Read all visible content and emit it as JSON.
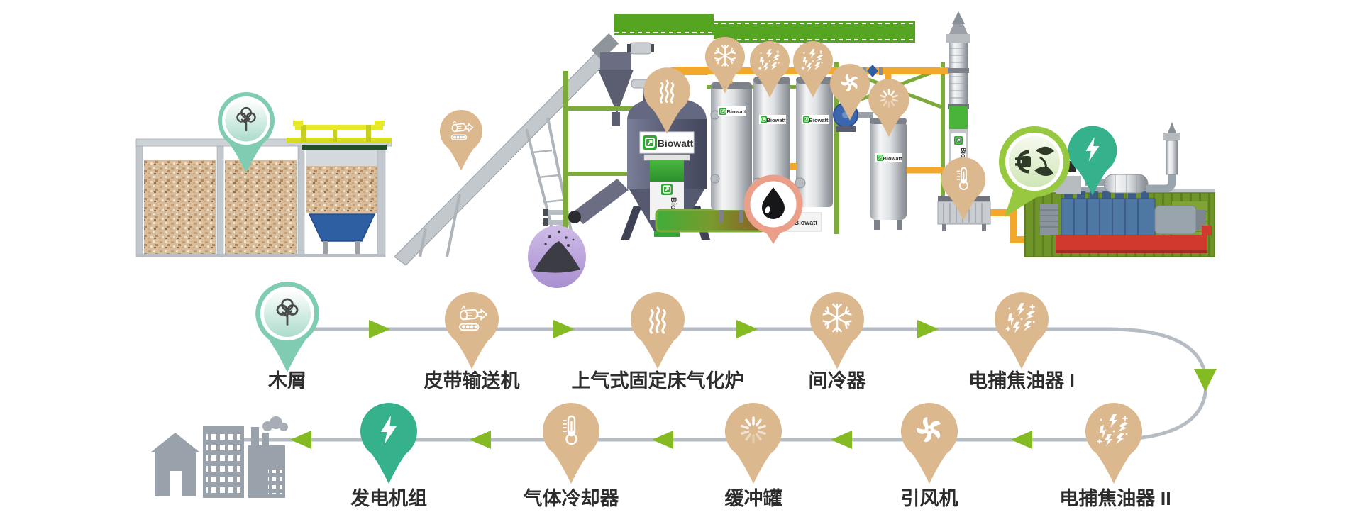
{
  "brand": {
    "name": "Biowatt"
  },
  "flow": {
    "nodes": [
      {
        "label": "木屑",
        "icon": "tree-icon"
      },
      {
        "label": "皮带输送机",
        "icon": "conveyor-icon"
      },
      {
        "label": "上气式固定床气化炉",
        "icon": "heat-icon"
      },
      {
        "label": "间冷器",
        "icon": "snowflake-icon"
      },
      {
        "label": "电捕焦油器 I",
        "icon": "spark-icon"
      },
      {
        "label": "电捕焦油器 II",
        "icon": "spark-icon"
      },
      {
        "label": "引风机",
        "icon": "fan-icon"
      },
      {
        "label": "缓冲罐",
        "icon": "spinner-icon"
      },
      {
        "label": "气体冷却器",
        "icon": "thermometer-icon"
      },
      {
        "label": "发电机组",
        "icon": "lightning-icon"
      }
    ],
    "destination": {
      "icon": "city-icon"
    }
  },
  "colors": {
    "pin_tan": "#dcb88e",
    "pin_teal": "#35b28b",
    "badge_teal_ring": "#7fccb3",
    "arrow_green": "#84bb22",
    "line_gray": "#b5bcc4",
    "structure_green": "#7cab3c",
    "pipe_yellow": "#f2a92b",
    "label_text": "#2d2d2d",
    "city_gray": "#99a1aa"
  }
}
